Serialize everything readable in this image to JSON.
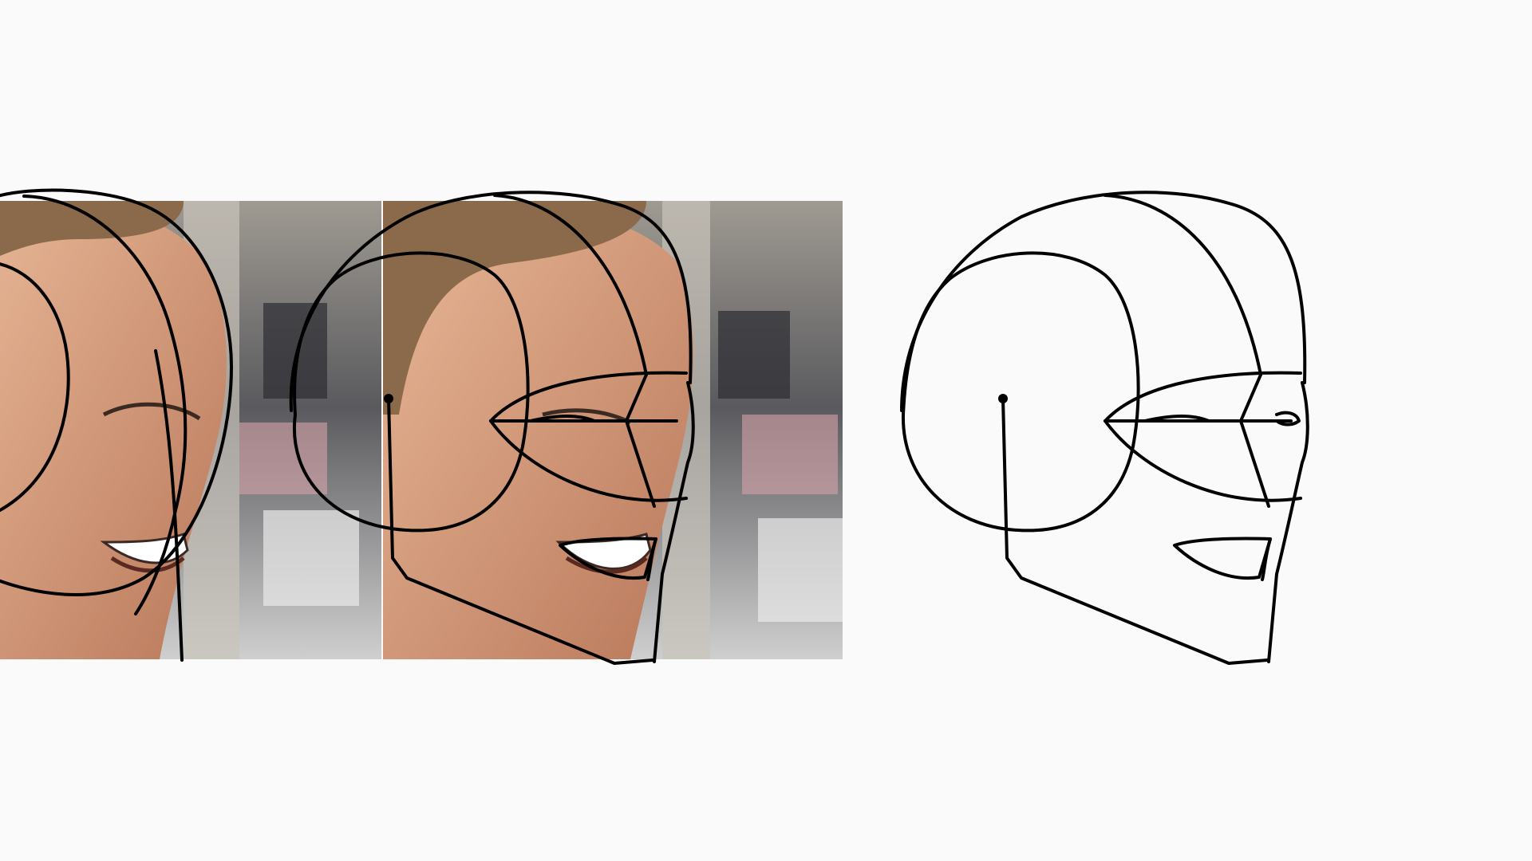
{
  "colors": {
    "background": "#fafafa",
    "line": "#000000",
    "photo_backdrop": "#bdbdbd",
    "photo_skin": "#d9a07c",
    "photo_hair": "#8a6a4a",
    "photo_shadow": "#4a4a4a"
  },
  "panels": [
    {
      "name": "photo-overlay-left",
      "kind": "photo-with-construction-lines"
    },
    {
      "name": "photo-overlay-middle",
      "kind": "photo-with-construction-lines"
    },
    {
      "name": "construction-drawing-right",
      "kind": "line-drawing"
    }
  ]
}
